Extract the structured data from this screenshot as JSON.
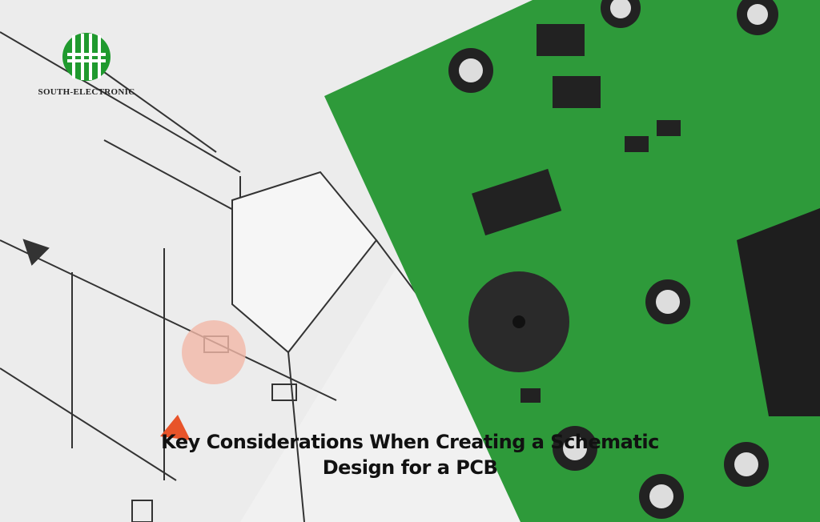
{
  "logo": {
    "name": "SOUTH-ELECTRONIC",
    "color": "#1f9a2e"
  },
  "title": {
    "line1": "Key Considerations When Creating a Schematic",
    "line2": "Design for a PCB"
  },
  "colors": {
    "pcb": "#2e9a3a",
    "paper": "#f1f1f1",
    "highlight": "#f2b8a8"
  }
}
